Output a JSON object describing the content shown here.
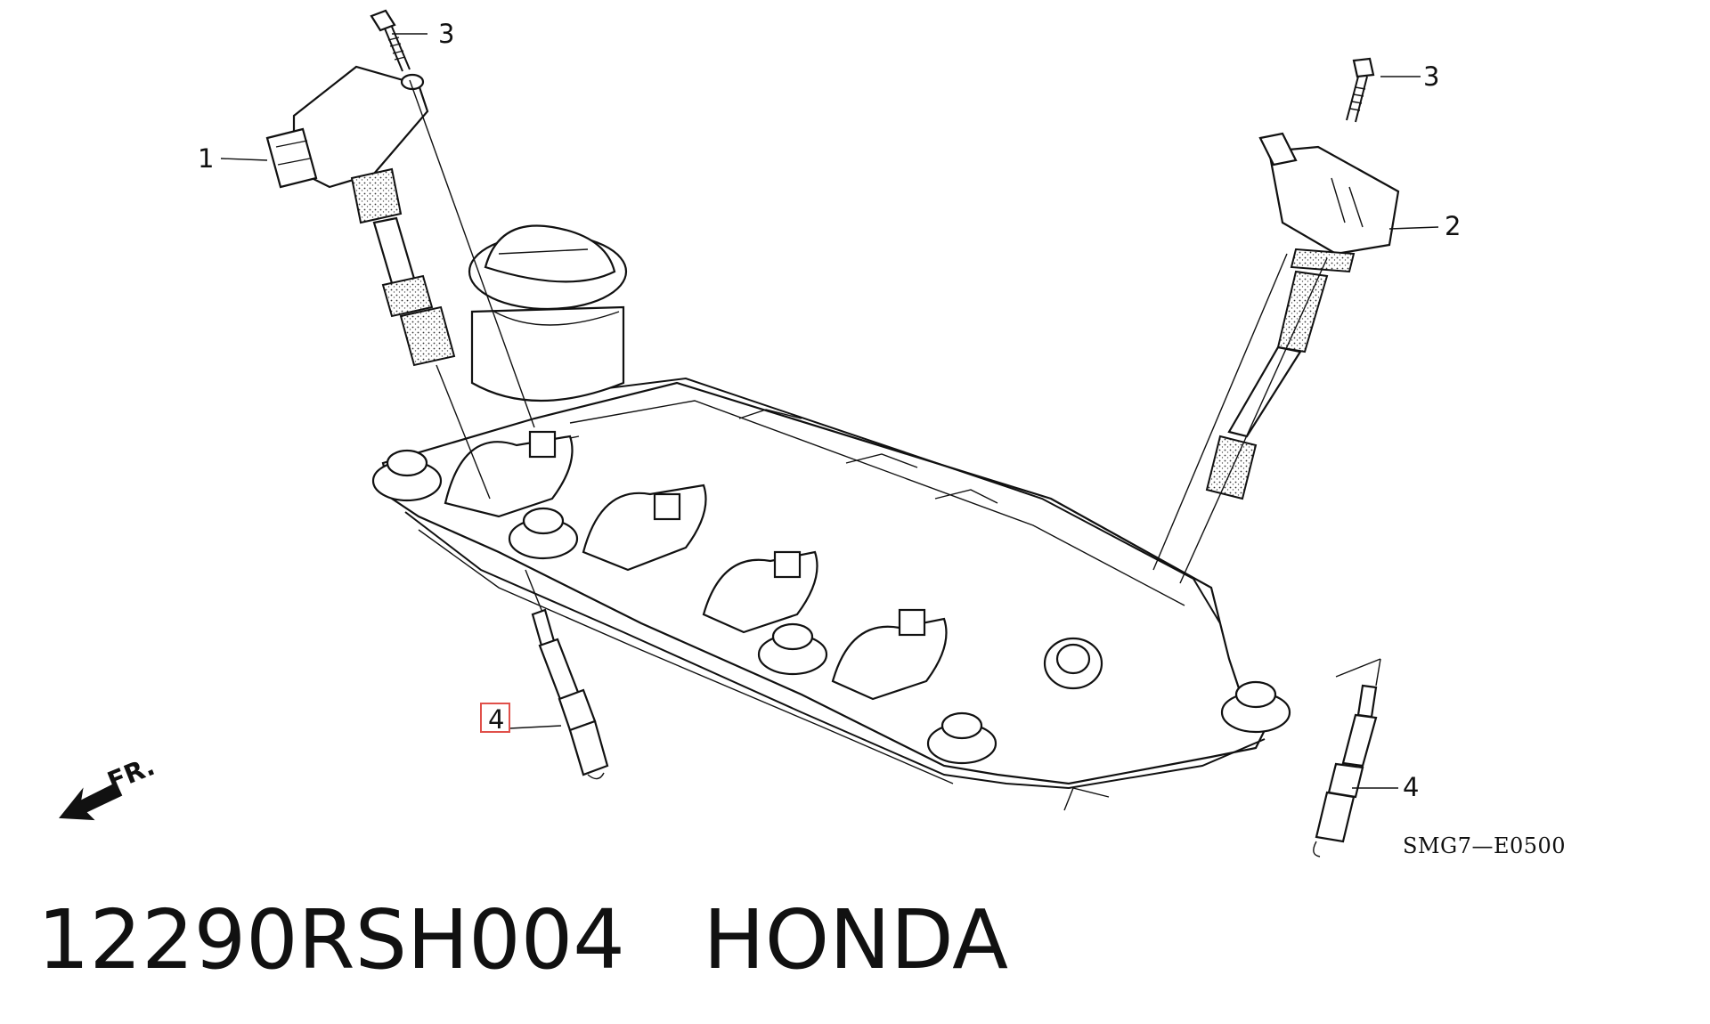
{
  "callouts": {
    "coil_left": "1",
    "coil_right": "2",
    "bolt_left": "3",
    "bolt_right": "3",
    "plug_left": "4",
    "plug_right": "4"
  },
  "front_marker": "FR.",
  "diagram_ref": "SMG7—E0500",
  "caption": {
    "part_number": "12290RSH004",
    "brand": "HONDA"
  },
  "colors": {
    "highlight": "#e0504a",
    "ink": "#111111"
  }
}
